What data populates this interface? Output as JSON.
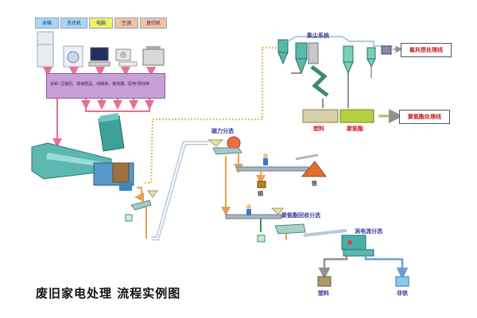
{
  "categories": [
    {
      "label": "冰箱",
      "color": "#a8d8f0"
    },
    {
      "label": "洗衣机",
      "color": "#a8d8f0"
    },
    {
      "label": "电脑",
      "color": "#f0f06a"
    },
    {
      "label": "空调",
      "color": "#f8c0a0"
    },
    {
      "label": "复印机",
      "color": "#f8c0a0"
    }
  ],
  "disassembly_text": "拆卸: 压缩机、玻璃部品、线路板、散热器、配电/铜线等",
  "dust_system_label": "集尘系统",
  "freon_label": "氟利昂处理线",
  "pu_line_label": "聚氨酯处理线",
  "plastic_label_top": "塑料",
  "pu_label_top": "聚氨酯",
  "magnetic_label": "磁力分选",
  "copper_label": "铜",
  "iron_label": "铁",
  "pu_recovery_label": "聚氨酯回收分选",
  "eddy_label": "涡电流分选",
  "plastic_label_bottom": "塑料",
  "nonferrous_label": "非铁",
  "title": "废旧家电处理 流程实例图",
  "colors": {
    "pipe": "#b8c8d8",
    "arrow_red": "#e87090",
    "arrow_orange": "#e8a050",
    "dashed": "#e8d080",
    "green": "#b0d030",
    "machine": "#40a8a0"
  }
}
